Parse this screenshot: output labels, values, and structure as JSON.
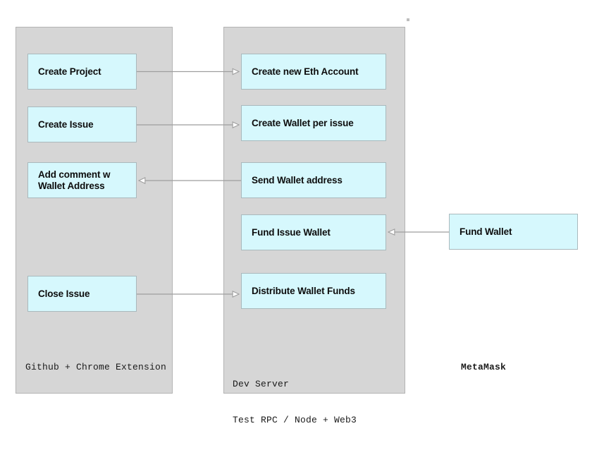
{
  "diagram": {
    "title": "Github + Chrome Extension / Dev Server / MetaMask wallet flow",
    "colors": {
      "lane_fill": "#d6d6d6",
      "lane_stroke": "#b3b3b3",
      "node_fill": "#d6f8fd",
      "node_stroke": "#a9b9bd",
      "connector_stroke": "#9e9e9e",
      "text": "#0d0d0d",
      "background": "#ffffff"
    },
    "lanes": [
      {
        "id": "github",
        "caption": "Github + Chrome Extension",
        "nodes": [
          {
            "id": "create-project",
            "label": "Create Project"
          },
          {
            "id": "create-issue",
            "label": "Create Issue"
          },
          {
            "id": "add-comment",
            "label_line1": "Add comment w",
            "label_line2": "Wallet Address"
          },
          {
            "id": "close-issue",
            "label": "Close Issue"
          }
        ]
      },
      {
        "id": "devserver",
        "caption_line1": "Dev Server",
        "caption_line2": "Test RPC / Node + Web3",
        "nodes": [
          {
            "id": "create-eth-account",
            "label": "Create new Eth Account"
          },
          {
            "id": "create-wallet",
            "label": "Create Wallet per issue"
          },
          {
            "id": "send-wallet-addr",
            "label": "Send Wallet address"
          },
          {
            "id": "fund-issue-wallet",
            "label": "Fund Issue Wallet"
          },
          {
            "id": "distribute-funds",
            "label": "Distribute Wallet Funds"
          }
        ]
      },
      {
        "id": "metamask",
        "caption": "MetaMask",
        "nodes": [
          {
            "id": "fund-wallet",
            "label": "Fund Wallet"
          }
        ]
      }
    ],
    "connectors": [
      {
        "id": "create-project-to-create-eth-account",
        "from": "create-project",
        "to": "create-eth-account",
        "direction": "right"
      },
      {
        "id": "create-issue-to-create-wallet",
        "from": "create-issue",
        "to": "create-wallet",
        "direction": "right"
      },
      {
        "id": "send-wallet-addr-to-add-comment",
        "from": "send-wallet-addr",
        "to": "add-comment",
        "direction": "left"
      },
      {
        "id": "fund-wallet-to-fund-issue-wallet",
        "from": "fund-wallet",
        "to": "fund-issue-wallet",
        "direction": "left"
      },
      {
        "id": "close-issue-to-distribute-funds",
        "from": "close-issue",
        "to": "distribute-funds",
        "direction": "right"
      }
    ]
  }
}
